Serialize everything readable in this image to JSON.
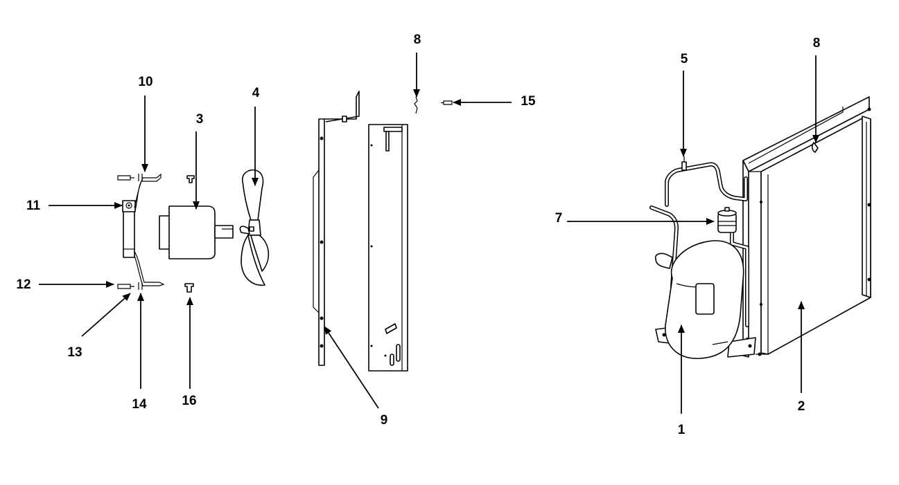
{
  "diagram": {
    "callouts": [
      {
        "id": "10",
        "text": "10"
      },
      {
        "id": "3",
        "text": "3"
      },
      {
        "id": "4",
        "text": "4"
      },
      {
        "id": "8a",
        "text": "8"
      },
      {
        "id": "15",
        "text": "15"
      },
      {
        "id": "11",
        "text": "11"
      },
      {
        "id": "12",
        "text": "12"
      },
      {
        "id": "13",
        "text": "13"
      },
      {
        "id": "14",
        "text": "14"
      },
      {
        "id": "16",
        "text": "16"
      },
      {
        "id": "9",
        "text": "9"
      },
      {
        "id": "5",
        "text": "5"
      },
      {
        "id": "8b",
        "text": "8"
      },
      {
        "id": "7",
        "text": "7"
      },
      {
        "id": "2",
        "text": "2"
      },
      {
        "id": "1",
        "text": "1"
      }
    ]
  }
}
